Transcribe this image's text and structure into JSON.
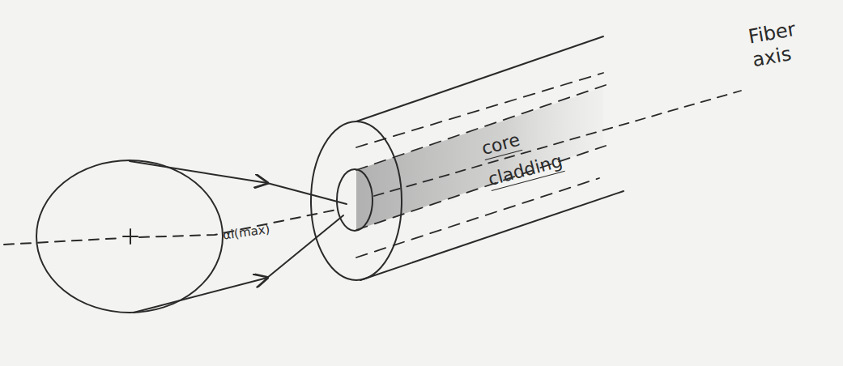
{
  "diagram": {
    "labels": [
      "αi(max)",
      "core",
      "cladding",
      "Fiber axis"
    ]
  }
}
